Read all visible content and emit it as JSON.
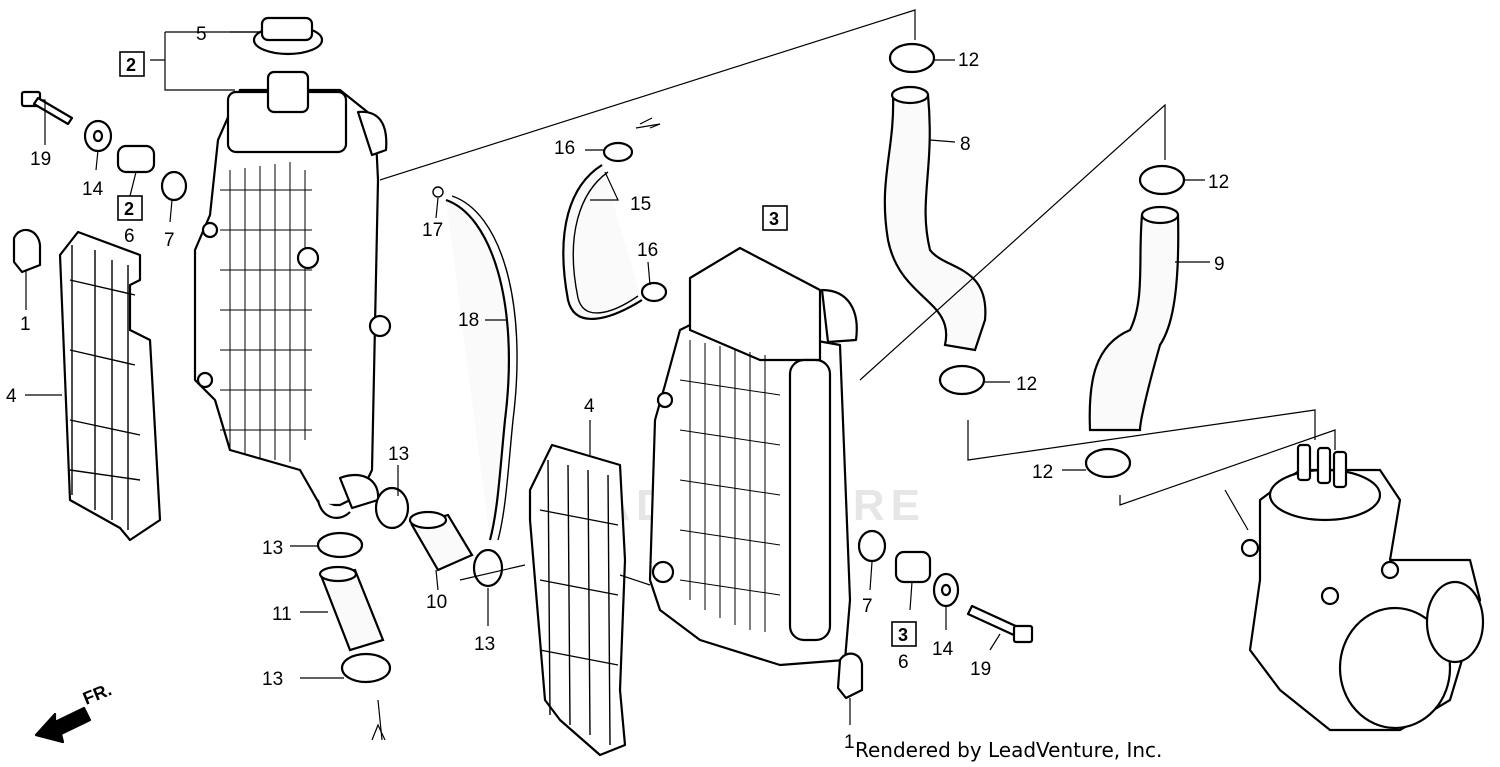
{
  "credit": "Rendered by LeadVenture, Inc.",
  "watermark": "LEADVENTURE",
  "front_arrow_label": "FR.",
  "box_labels": {
    "left_assy": "2",
    "left_grommet": "2",
    "right_assy": "3",
    "right_grommet": "3"
  },
  "callouts": {
    "c1_left": "1",
    "c4_left": "4",
    "c19_left": "19",
    "c14_left": "14",
    "c6_left": "6",
    "c7_left": "7",
    "c5": "5",
    "c17": "17",
    "c18": "18",
    "c16_top": "16",
    "c15": "15",
    "c16_mid": "16",
    "c13_a": "13",
    "c13_b": "13",
    "c13_c": "13",
    "c13_d": "13",
    "c11": "11",
    "c10": "10",
    "c4_mid": "4",
    "c12_a": "12",
    "c8": "8",
    "c12_b": "12",
    "c9": "9",
    "c12_c": "12",
    "c12_d": "12",
    "c7_right": "7",
    "c6_right": "6",
    "c14_right": "14",
    "c19_right": "19",
    "c1_right": "1"
  }
}
